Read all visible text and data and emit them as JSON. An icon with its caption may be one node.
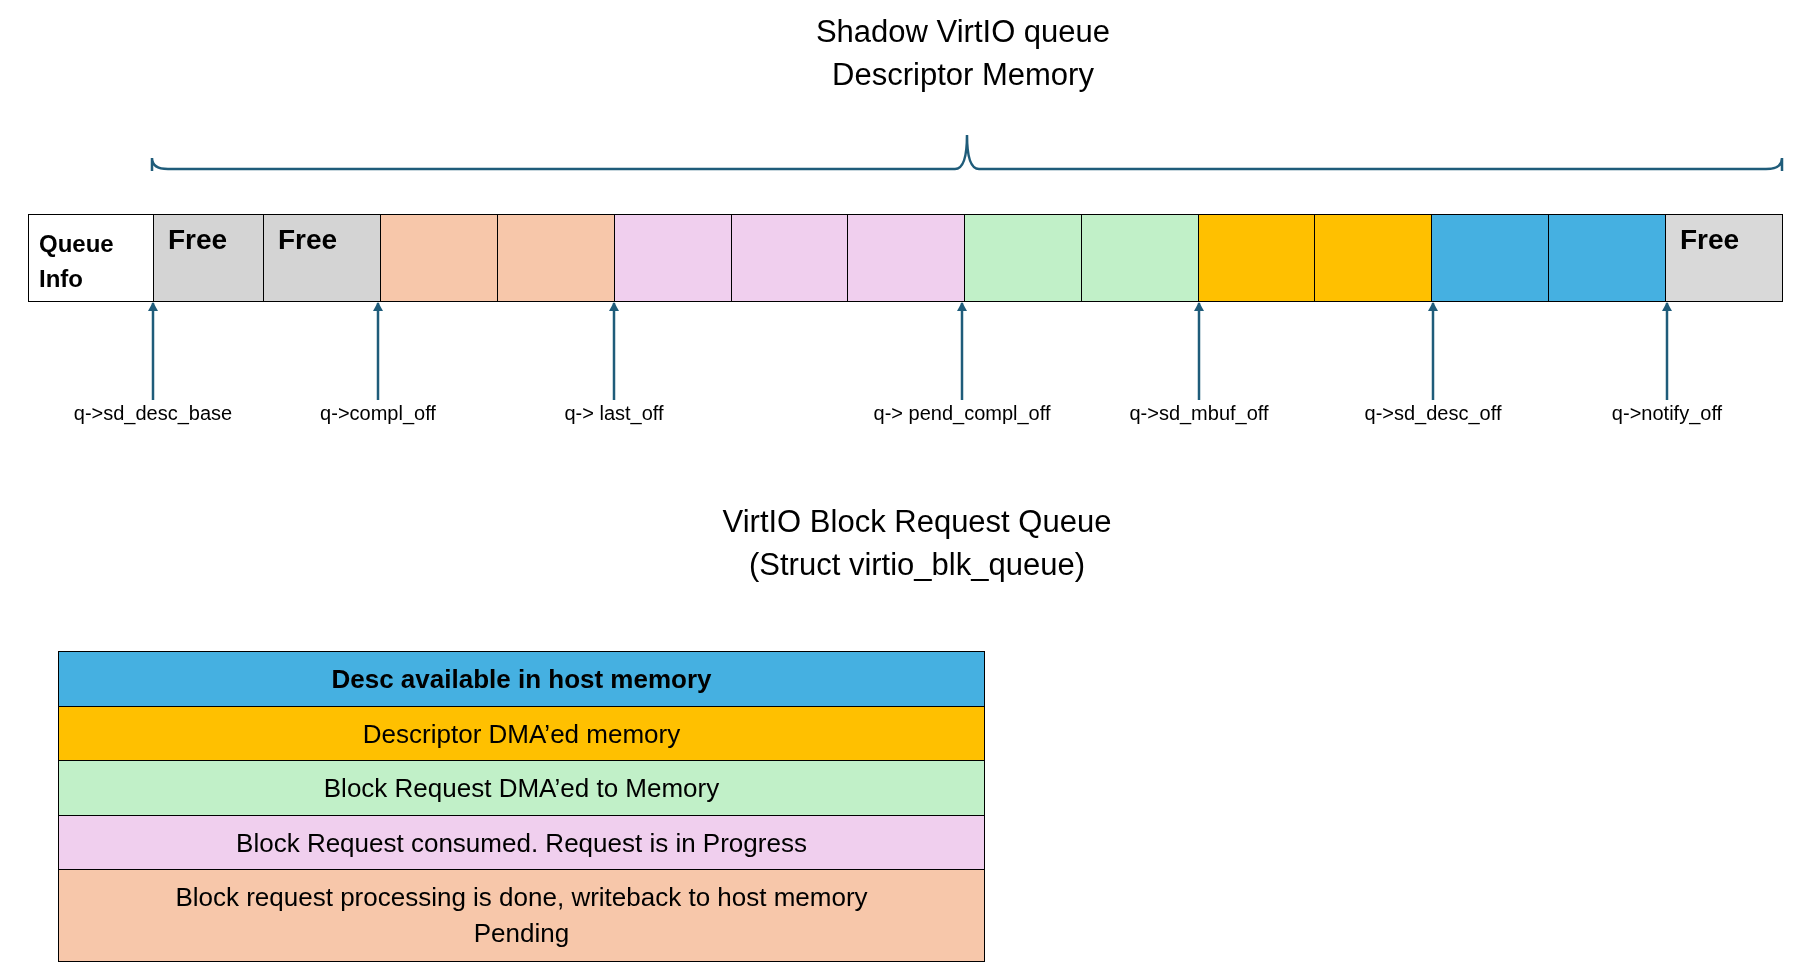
{
  "diagram": {
    "title": "Shadow VirtIO queue Descriptor Memory",
    "nodes": [
      {
        "text": [
          "Queue Info"
        ]
      },
      {
        "text": [
          "Free"
        ]
      },
      {
        "text": [
          "Free"
        ]
      },
      {
        "text": [],
        "shape": "box"
      },
      {
        "text": [],
        "shape": "box"
      },
      {
        "text": [],
        "shape": "box"
      },
      {
        "text": [],
        "shape": "box"
      },
      {
        "text": [],
        "shape": "box"
      },
      {
        "text": [],
        "shape": "box"
      },
      {
        "text": [],
        "shape": "box"
      },
      {
        "text": [],
        "shape": "box"
      },
      {
        "text": [],
        "shape": "box"
      },
      {
        "text": [],
        "shape": "box"
      },
      {
        "text": [],
        "shape": "box"
      },
      {
        "text": [
          "Free"
        ]
      },
      {
        "text": [
          "q->sd_desc_base"
        ]
      },
      {
        "text": [
          "q->compl_off"
        ]
      },
      {
        "text": [
          "q-> last_off"
        ]
      },
      {
        "text": [
          "q-> pend_compl_off"
        ]
      },
      {
        "text": [
          "q->sd_mbuf_off"
        ]
      },
      {
        "text": [
          "q->sd_desc_off"
        ]
      },
      {
        "text": [
          "q->notify_off"
        ]
      }
    ],
    "edges": [
      {
        "from": 15,
        "to": 1,
        "arrow": "to"
      },
      {
        "from": 16,
        "to": 2,
        "arrow": "to"
      },
      {
        "from": 17,
        "to": 4,
        "arrow": "to"
      },
      {
        "from": 18,
        "to": 7,
        "arrow": "to"
      },
      {
        "from": 19,
        "to": 10,
        "arrow": "to"
      },
      {
        "from": 20,
        "to": 11,
        "arrow": "to"
      },
      {
        "from": 21,
        "to": 13,
        "arrow": "to"
      }
    ],
    "labels": [
      "VirtIO Block Request Queue (Struct virtio_blk_queue)"
    ],
    "legend": [
      {
        "text": "Desc available in host memory",
        "color": "#45b0e1"
      },
      {
        "text": "Descriptor DMA’ed memory",
        "color": "#ffc000"
      },
      {
        "text": "Block Request DMA’ed to Memory",
        "color": "#c1f0c8"
      },
      {
        "text": "Block Request consumed. Request is in Progress",
        "color": "#f0cfee"
      },
      {
        "text": "Block request processing is done, writeback to host memory Pending",
        "color": "#f7c7aa"
      }
    ]
  }
}
